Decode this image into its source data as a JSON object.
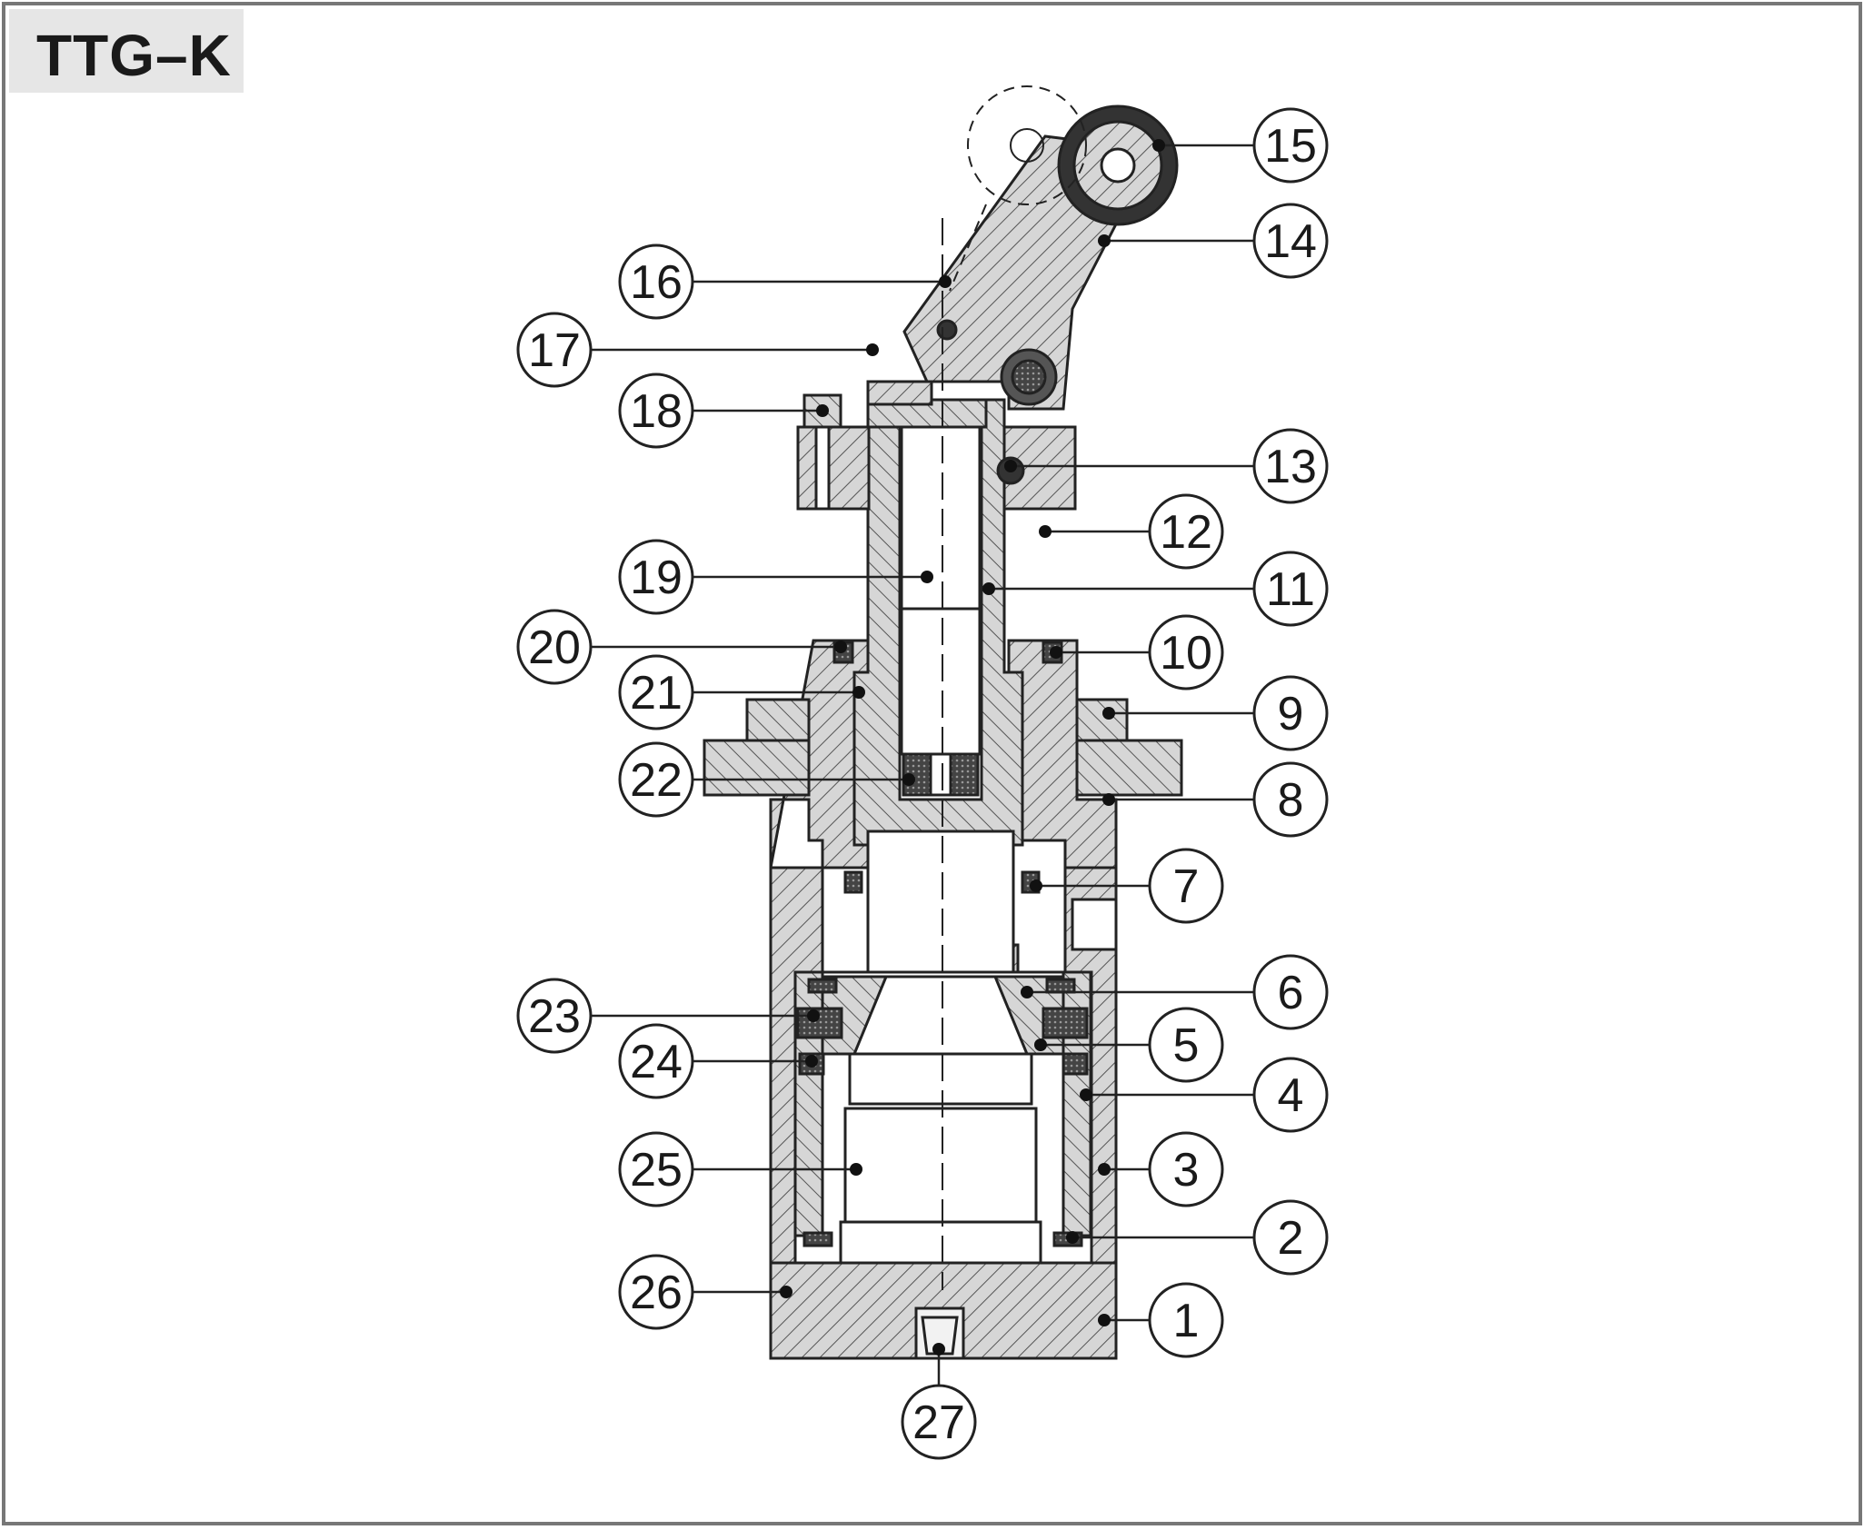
{
  "diagram": {
    "title": "TTG–K",
    "callouts": [
      {
        "id": "1",
        "label": "1"
      },
      {
        "id": "2",
        "label": "2"
      },
      {
        "id": "3",
        "label": "3"
      },
      {
        "id": "4",
        "label": "4"
      },
      {
        "id": "5",
        "label": "5"
      },
      {
        "id": "6",
        "label": "6"
      },
      {
        "id": "7",
        "label": "7"
      },
      {
        "id": "8",
        "label": "8"
      },
      {
        "id": "9",
        "label": "9"
      },
      {
        "id": "10",
        "label": "10"
      },
      {
        "id": "11",
        "label": "11"
      },
      {
        "id": "12",
        "label": "12"
      },
      {
        "id": "13",
        "label": "13"
      },
      {
        "id": "14",
        "label": "14"
      },
      {
        "id": "15",
        "label": "15"
      },
      {
        "id": "16",
        "label": "16"
      },
      {
        "id": "17",
        "label": "17"
      },
      {
        "id": "18",
        "label": "18"
      },
      {
        "id": "19",
        "label": "19"
      },
      {
        "id": "20",
        "label": "20"
      },
      {
        "id": "21",
        "label": "21"
      },
      {
        "id": "22",
        "label": "22"
      },
      {
        "id": "23",
        "label": "23"
      },
      {
        "id": "24",
        "label": "24"
      },
      {
        "id": "25",
        "label": "25"
      },
      {
        "id": "26",
        "label": "26"
      },
      {
        "id": "27",
        "label": "27"
      }
    ]
  }
}
